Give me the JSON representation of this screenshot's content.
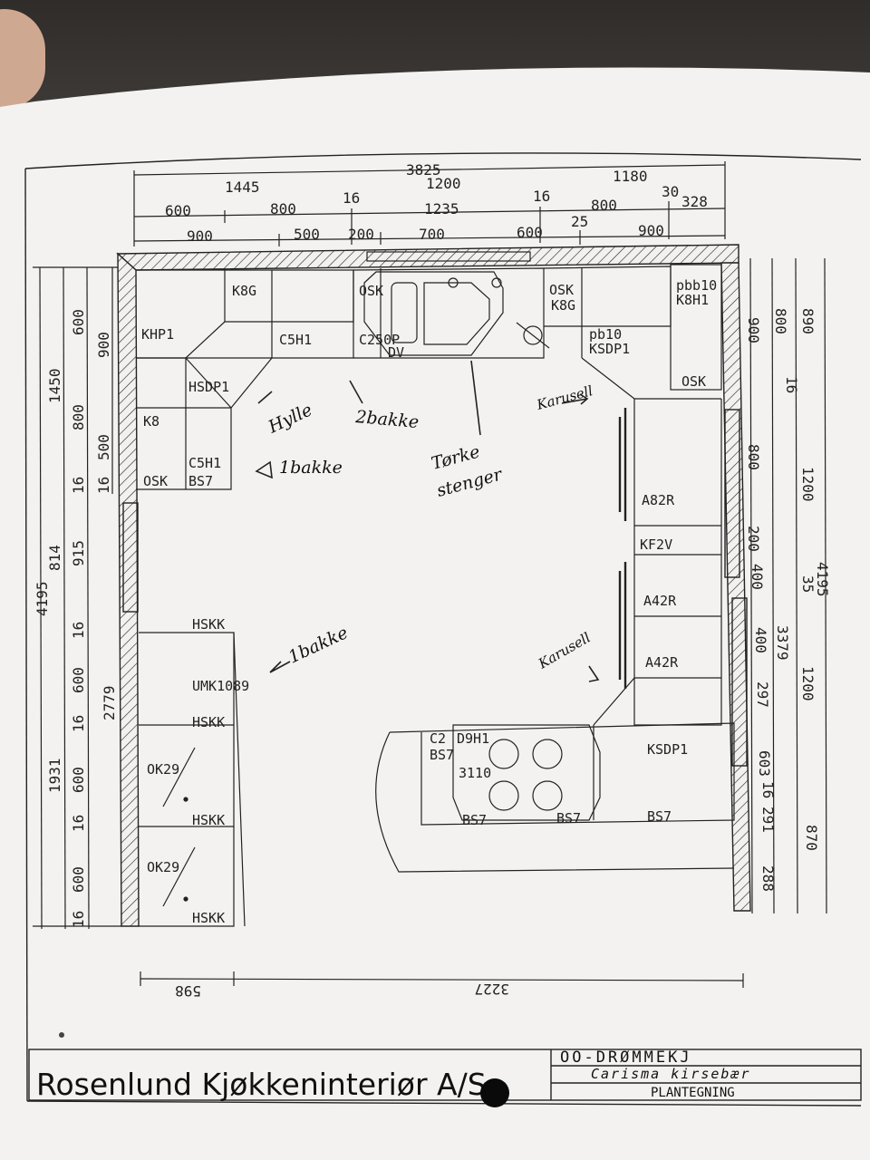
{
  "top_dims": {
    "row1": {
      "total": "3825",
      "left": "1445",
      "mid": "1200",
      "right": "1180"
    },
    "row2": [
      "600",
      "800",
      "16",
      "1235",
      "16",
      "800",
      "30",
      "328"
    ],
    "row3": [
      "900",
      "500",
      "200",
      "700",
      "600",
      "25",
      "900"
    ]
  },
  "left_dims": {
    "outer": [
      "4195"
    ],
    "mid": [
      "1450",
      "814",
      "1931"
    ],
    "inner": [
      "600",
      "800",
      "16",
      "915",
      "16",
      "600",
      "16",
      "600",
      "16",
      "600",
      "16"
    ],
    "inner2": [
      "900",
      "500",
      "16",
      "2779"
    ]
  },
  "right_dims": {
    "inner": [
      "800",
      "900",
      "16",
      "800",
      "200",
      "400",
      "400",
      "297",
      "603",
      "16",
      "291",
      "288"
    ],
    "mid": [
      "890",
      "1200",
      "4195",
      "35",
      "3379",
      "1200",
      "870"
    ]
  },
  "bottom_dims": [
    "598",
    "3227"
  ],
  "cabinets": {
    "khp1": "KHP1",
    "k8g_left": "K8G",
    "c5h1_top": "C5H1",
    "c250p": "C250P",
    "dv": "DV",
    "osk_sink": "OSK",
    "osk_k8g": "OSK",
    "k8g_right": "K8G",
    "pb10": "pb10",
    "ksdp1_top": "KSDP1",
    "pbb10": "pbb10",
    "k8h1": "K8H1",
    "osk_right": "OSK",
    "hsdp1": "HSDP1",
    "k8": "K8",
    "c5h1": "C5H1",
    "osk_left": "OSK",
    "bs7_left": "BS7",
    "a82r": "A82R",
    "kf2v": "KF2V",
    "a42r_1": "A42R",
    "a42r_2": "A42R",
    "hskk_1": "HSKK",
    "umk1089": "UMK1089",
    "hskk_2": "HSKK",
    "ok29_1": "OK29",
    "hskk_3": "HSKK",
    "ok29_2": "OK29",
    "hskk_4": "HSKK",
    "c2": "C2",
    "d9h1": "D9H1",
    "bs7_island": "BS7",
    "val3110": "3110",
    "ksdp1_island": "KSDP1",
    "bs7_b1": "BS7",
    "bs7_b2": "BS7",
    "bs7_b3": "BS7"
  },
  "handwritten": {
    "hylle": "Hylle",
    "to_bakke": "2bakke",
    "en_bakke_top": "1bakke",
    "torke": "Tørke",
    "stenger": "stenger",
    "karusell_top": "Karusell",
    "en_bakke_left": "1bakke",
    "karusell_bottom": "Karusell"
  },
  "title_block": {
    "company": "Rosenlund Kjøkkeninteriør A/S",
    "project": "OO-DRØMMEKJ",
    "model": "Carisma kirsebær",
    "sheet_type": "PLANTEGNING"
  }
}
